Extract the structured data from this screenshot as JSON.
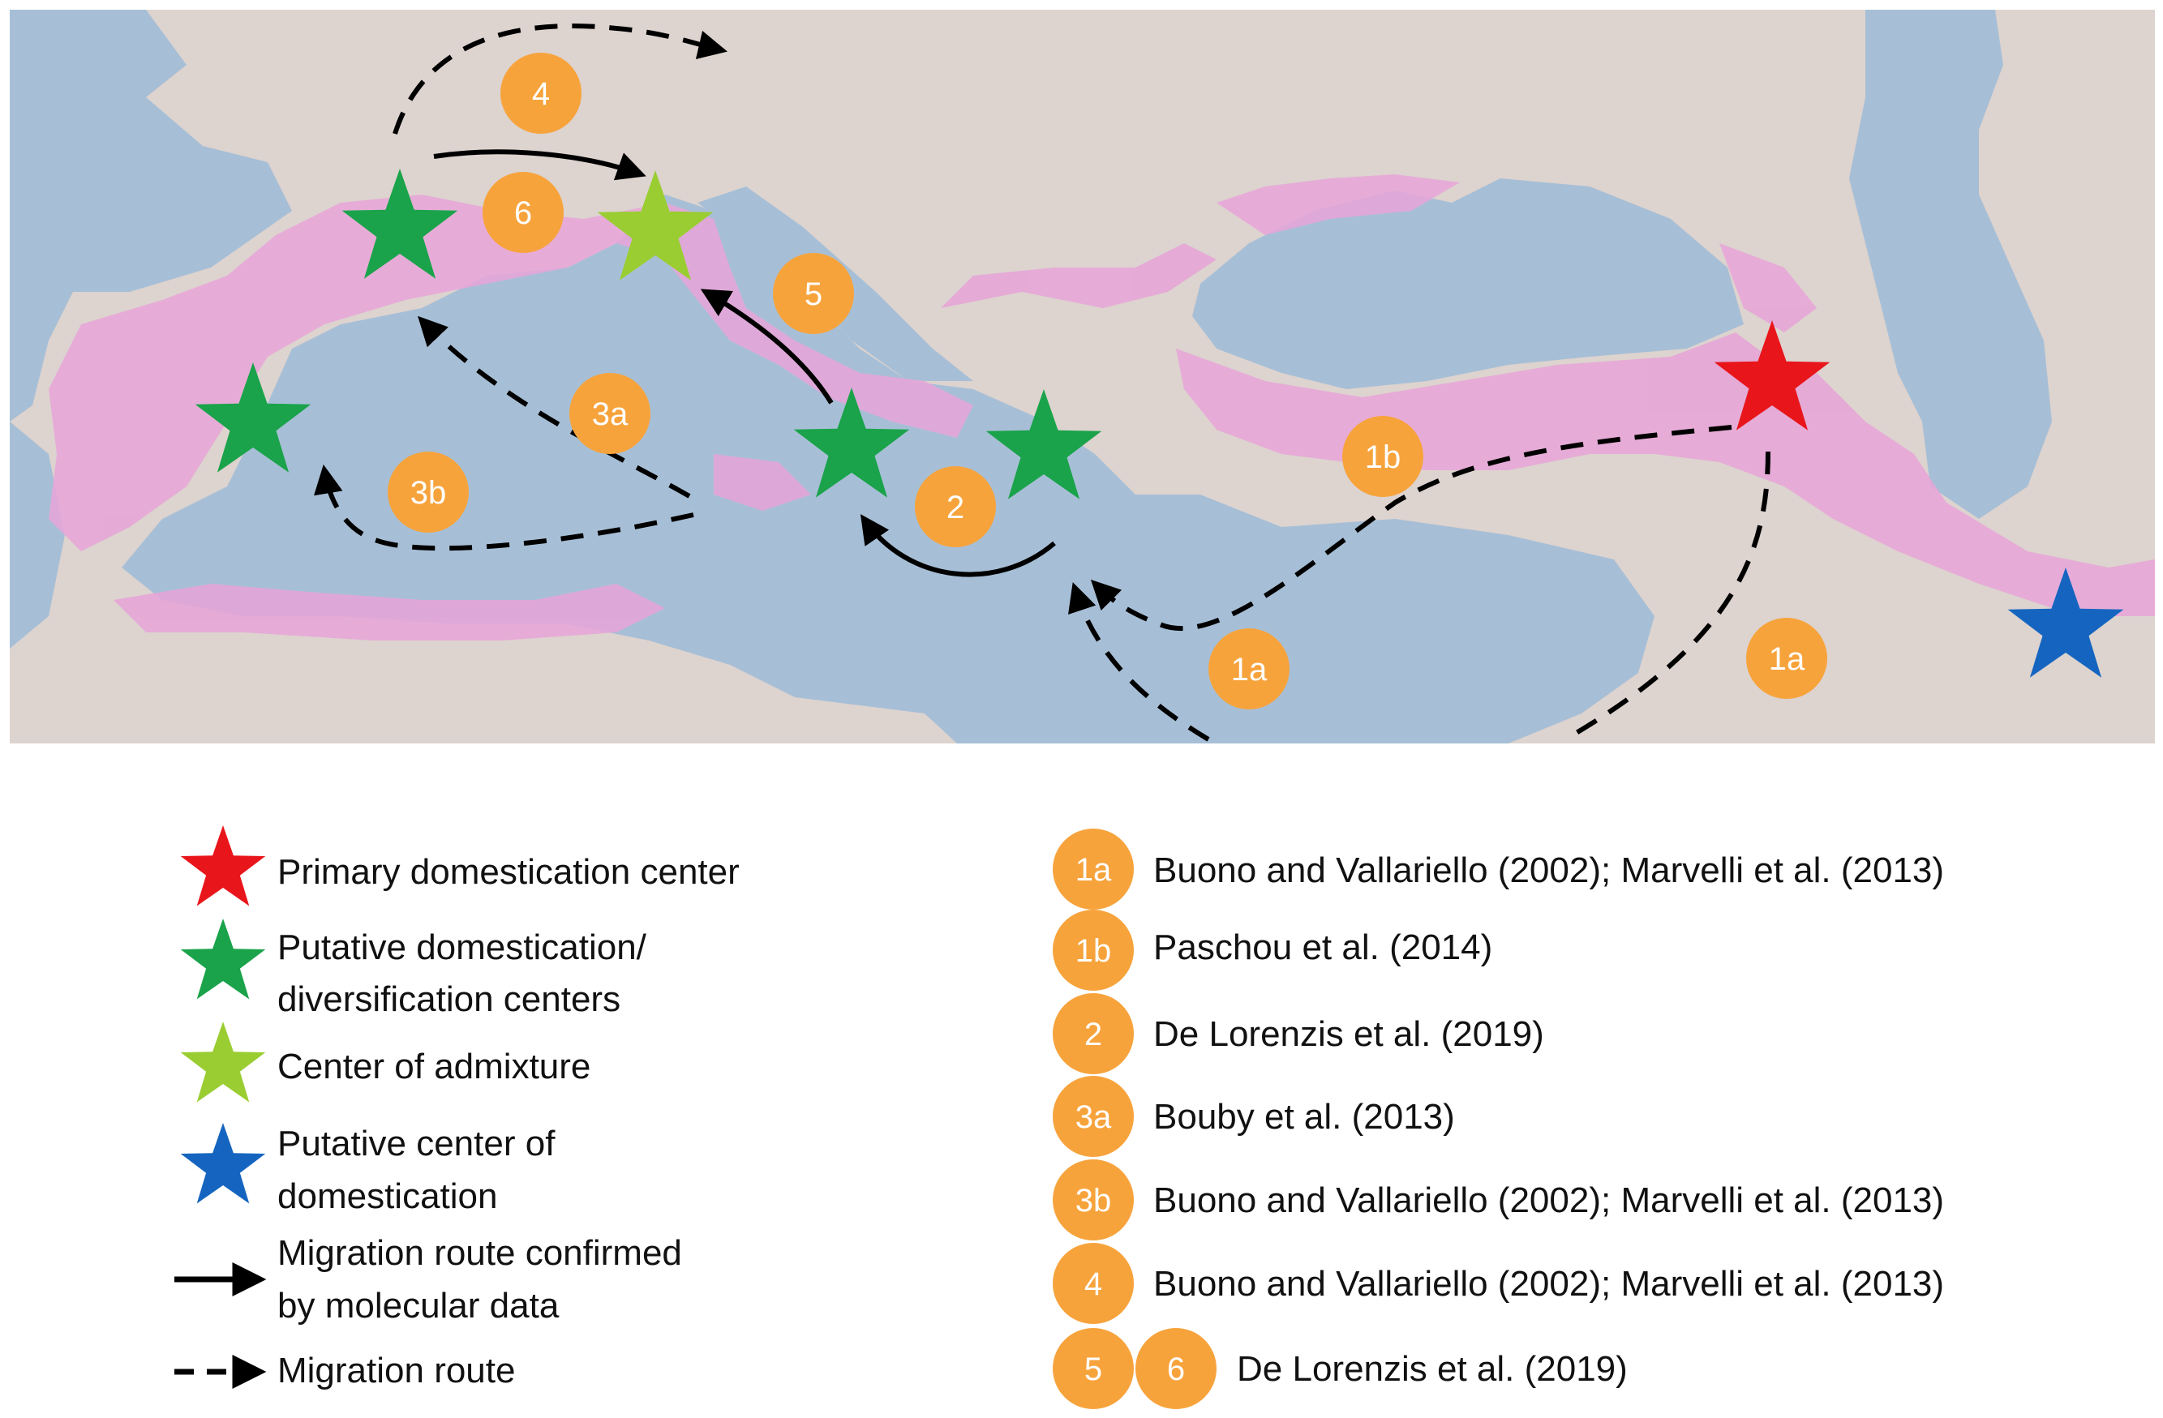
{
  "colors": {
    "primary_center": "#e8161b",
    "putative_center": "#1aa34a",
    "admixture_center": "#9acd32",
    "putative_center_domestication": "#1565c0",
    "badge": "#f7a33c",
    "route": "#000000",
    "sea": "#a7bfd6",
    "land": "#ddd3cf",
    "range": "#e7a4d8"
  },
  "map_badges": [
    {
      "label": "4"
    },
    {
      "label": "6"
    },
    {
      "label": "5"
    },
    {
      "label": "3a"
    },
    {
      "label": "3b"
    },
    {
      "label": "2"
    },
    {
      "label": "1b"
    },
    {
      "label": "1a"
    },
    {
      "label": "1a"
    }
  ],
  "legend": {
    "items": [
      {
        "lines": [
          "Primary domestication center"
        ],
        "icon": "red-star-icon"
      },
      {
        "lines": [
          "Putative domestication/",
          "diversification centers"
        ],
        "icon": "green-star-icon"
      },
      {
        "lines": [
          "Center of admixture"
        ],
        "icon": "light-green-star-icon"
      },
      {
        "lines": [
          "Putative center of",
          "domestication"
        ],
        "icon": "blue-star-icon"
      },
      {
        "lines": [
          "Migration route confirmed",
          "by molecular data"
        ],
        "icon": "solid-arrow-icon"
      },
      {
        "lines": [
          "Migration route"
        ],
        "icon": "dashed-arrow-icon"
      }
    ]
  },
  "references": [
    {
      "badges": [
        "1a"
      ],
      "text": "Buono and Vallariello (2002); Marvelli et al. (2013)"
    },
    {
      "badges": [
        "1b"
      ],
      "text": "Paschou et al. (2014)"
    },
    {
      "badges": [
        "2"
      ],
      "text": "De Lorenzis et al. (2019)"
    },
    {
      "badges": [
        "3a"
      ],
      "text": "Bouby et al. (2013)"
    },
    {
      "badges": [
        "3b"
      ],
      "text": "Buono and Vallariello (2002); Marvelli et al. (2013)"
    },
    {
      "badges": [
        "4"
      ],
      "text": "Buono and Vallariello (2002); Marvelli et al. (2013)"
    },
    {
      "badges": [
        "5",
        "6"
      ],
      "text": "De Lorenzis et al. (2019)"
    }
  ]
}
